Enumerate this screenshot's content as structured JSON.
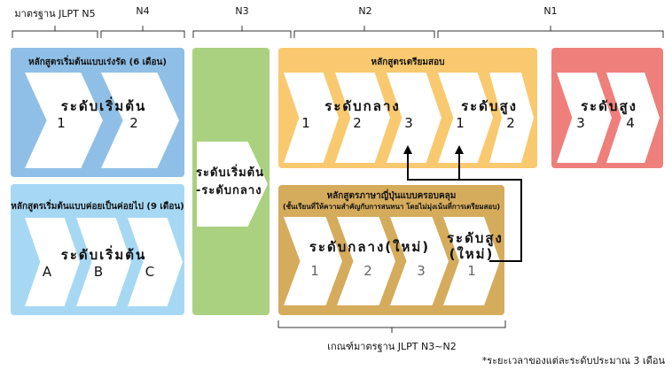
{
  "levels": {
    "n5": "มาตรฐาน JLPT N5",
    "n4": "N4",
    "n3": "N3",
    "n2": "N2",
    "n1": "N1"
  },
  "intensive": {
    "title": "หลักสูตรเริ่มต้นแบบเร่งรัด (6 เดือน)",
    "level": "ระดับเริ่มต้น",
    "steps": [
      "1",
      "2"
    ]
  },
  "gradual": {
    "title": "หลักสูตรเริ่มต้นแบบค่อยเป็นค่อยไป (9 เดือน)",
    "level": "ระดับเริ่มต้น",
    "steps": [
      "A",
      "B",
      "C"
    ]
  },
  "bridge": {
    "line1": "ระดับเริ่มต้น",
    "line2": "-ระดับกลาง"
  },
  "exam_prep": {
    "title": "หลักสูตรเตรียมสอบ",
    "intermediate": "ระดับกลาง",
    "advanced": "ระดับสูง",
    "steps": [
      "1",
      "2",
      "3",
      "1",
      "2"
    ]
  },
  "exam_n1": {
    "advanced": "ระดับสูง",
    "steps": [
      "3",
      "4"
    ]
  },
  "comprehensive": {
    "title": "หลักสูตรภาษาญี่ปุ่นแบบครอบคลุม",
    "subtitle": "(ชั้นเรียนที่ให้ความสำคัญกับการสนทนา โดยไม่มุ่งเน้นที่การเตรียมสอบ)",
    "intermediate": "ระดับกลาง(ใหม่)",
    "advanced_1": "ระดับสูง",
    "advanced_2": "(ใหม่)",
    "steps": [
      "1",
      "2",
      "3",
      "1"
    ]
  },
  "footer": {
    "criteria": "เกณฑ์มาตรฐาน JLPT N3~N2",
    "note": "*ระยะเวลาของแต่ละระดับประมาณ 3 เดือน"
  },
  "colors": {
    "blue": "#8fbfe6",
    "light_blue": "#a6d8f4",
    "green": "#a9d17f",
    "orange": "#f9c96f",
    "red": "#ee7f7b",
    "tan": "#d5ab5c"
  }
}
